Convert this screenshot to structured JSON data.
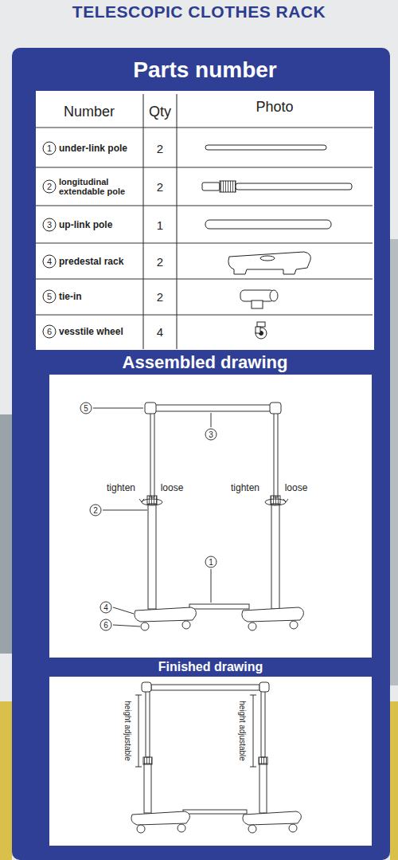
{
  "diagram": {
    "title": "TELESCOPIC CLOTHES RACK",
    "nodes": [
      {
        "text": [
          "Parts number"
        ]
      },
      {
        "text": [
          "Assembled drawing"
        ]
      },
      {
        "text": [
          "Finished drawing"
        ]
      }
    ],
    "labels": [
      "Number",
      "Qty",
      "Photo",
      "1",
      "under-link pole",
      "2",
      "2",
      "longitudinal extendable pole",
      "2",
      "3",
      "up-link pole",
      "1",
      "4",
      "predestal rack",
      "2",
      "5",
      "tie-in",
      "2",
      "6",
      "vesstile wheel",
      "4",
      "5",
      "3",
      "tighten",
      "loose",
      "tighten",
      "loose",
      "2",
      "1",
      "4",
      "6",
      "height adjustable",
      "height adjustable"
    ]
  }
}
